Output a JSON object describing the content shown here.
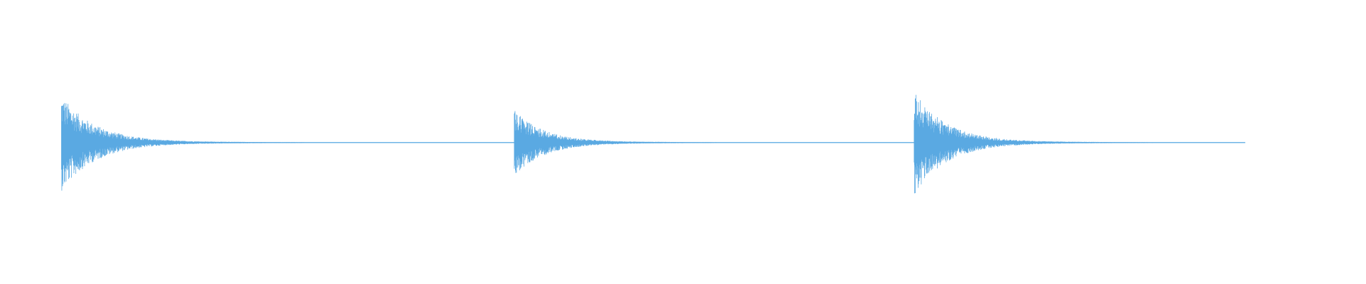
{
  "waveform": {
    "color": "#5aa9e2",
    "background": "#ffffff",
    "start_fraction": 0.045,
    "end_fraction": 0.9115,
    "baseline_fraction": 0.502,
    "hits": [
      {
        "name": "hit-1",
        "position_fraction": 0.045,
        "peak_up": 0.66,
        "peak_down": 0.68,
        "decay": 0.025
      },
      {
        "name": "hit-2",
        "position_fraction": 0.3765,
        "peak_up": 0.46,
        "peak_down": 0.47,
        "decay": 0.022
      },
      {
        "name": "hit-3",
        "position_fraction": 0.669,
        "peak_up": 0.72,
        "peak_down": 0.74,
        "decay": 0.024
      }
    ]
  }
}
